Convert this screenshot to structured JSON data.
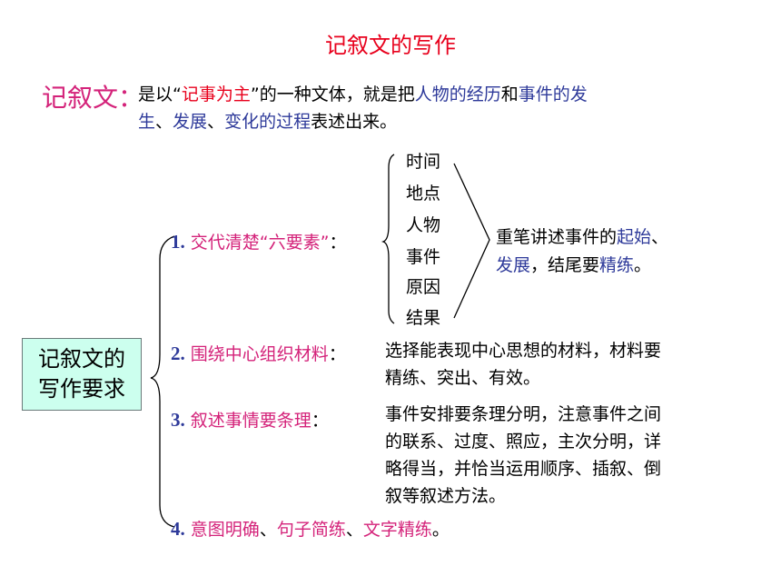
{
  "title": "记叙文的写作",
  "definition": {
    "label": "记叙文：",
    "line1": [
      {
        "text": "是以“",
        "color": "black"
      },
      {
        "text": "记事为主",
        "color": "red"
      },
      {
        "text": "”的一种文体，就是把",
        "color": "black"
      },
      {
        "text": "人物的经历",
        "color": "blue"
      },
      {
        "text": "和",
        "color": "black"
      },
      {
        "text": "事件的发",
        "color": "blue"
      }
    ],
    "line2": [
      {
        "text": "生",
        "color": "blue"
      },
      {
        "text": "、",
        "color": "black"
      },
      {
        "text": "发展",
        "color": "blue"
      },
      {
        "text": "、",
        "color": "black"
      },
      {
        "text": "变化的过程",
        "color": "blue"
      },
      {
        "text": "表述出来。",
        "color": "black"
      }
    ]
  },
  "requirements_box": {
    "line1": "记叙文的",
    "line2": "写作要求"
  },
  "requirements": [
    {
      "num": "1.",
      "text": "交代清楚“六要素”",
      "colon": "："
    },
    {
      "num": "2.",
      "text": "围绕中心组织材料",
      "colon": "："
    },
    {
      "num": "3.",
      "text": "叙述事情要条理",
      "colon": "："
    },
    {
      "num": "4.",
      "parts": [
        {
          "text": "意图明确",
          "color": "pink"
        },
        {
          "text": "、",
          "color": "black"
        },
        {
          "text": "句子简练",
          "color": "pink"
        },
        {
          "text": "、",
          "color": "black"
        },
        {
          "text": "文字精练",
          "color": "pink"
        },
        {
          "text": "。",
          "color": "black"
        }
      ]
    }
  ],
  "six_elements": [
    "时间",
    "地点",
    "人物",
    "事件",
    "原因",
    "结果"
  ],
  "emphasis": {
    "line1": [
      {
        "text": "重笔讲述事件的",
        "color": "black"
      },
      {
        "text": "起始",
        "color": "blue"
      },
      {
        "text": "、",
        "color": "black"
      }
    ],
    "line2": [
      {
        "text": "发展",
        "color": "blue"
      },
      {
        "text": "，结尾要",
        "color": "black"
      },
      {
        "text": "精练",
        "color": "blue"
      },
      {
        "text": "。",
        "color": "black"
      }
    ]
  },
  "req2_desc": [
    "选择能表现中心思想的材料，材料要",
    "精练、突出、有效。"
  ],
  "req3_desc": [
    "事件安排要条理分明，注意事件之间",
    "的联系、过度、照应，主次分明，详",
    "略得当，并恰当运用顺序、插叙、倒",
    "叙等叙述方法。"
  ],
  "colors": {
    "red": "#e8001c",
    "pink": "#d4237a",
    "blue": "#2e3a9a",
    "box_fill": "#ccffee"
  }
}
